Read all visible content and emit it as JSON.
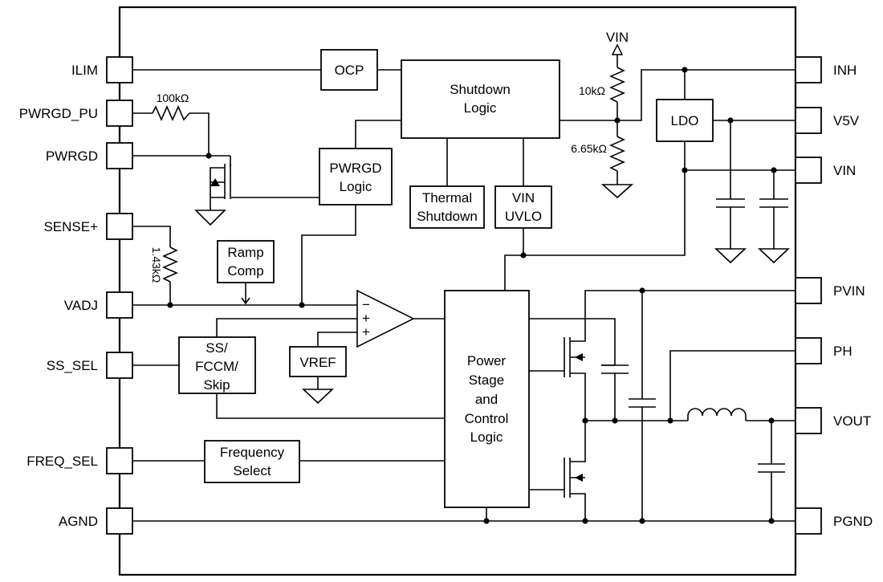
{
  "pins_left": {
    "ilim": "ILIM",
    "pwrgd_pu": "PWRGD_PU",
    "pwrgd": "PWRGD",
    "sense_plus": "SENSE+",
    "vadj": "VADJ",
    "ss_sel": "SS_SEL",
    "freq_sel": "FREQ_SEL",
    "agnd": "AGND"
  },
  "pins_right": {
    "inh": "INH",
    "v5v": "V5V",
    "vin": "VIN",
    "pvin": "PVIN",
    "ph": "PH",
    "vout": "VOUT",
    "pgnd": "PGND"
  },
  "blocks": {
    "ocp": "OCP",
    "shutdown_logic": [
      "Shutdown",
      "Logic"
    ],
    "pwrgd_logic": [
      "PWRGD",
      "Logic"
    ],
    "thermal_shutdown": [
      "Thermal",
      "Shutdown"
    ],
    "vin_uvlo": [
      "VIN",
      "UVLO"
    ],
    "ldo": "LDO",
    "ramp_comp": [
      "Ramp",
      "Comp"
    ],
    "vref": "VREF",
    "ss_fccm_skip": [
      "SS/",
      "FCCM/",
      "Skip"
    ],
    "power_stage": [
      "Power",
      "Stage",
      "and",
      "Control",
      "Logic"
    ],
    "frequency_select": [
      "Frequency",
      "Select"
    ]
  },
  "labels": {
    "vin_top": "VIN",
    "r_100k": "100kΩ",
    "r_10k": "10kΩ",
    "r_665k": "6.65kΩ",
    "r_143k": "1.43kΩ",
    "opamp_minus": "−",
    "opamp_plus1": "+",
    "opamp_plus2": "+"
  }
}
